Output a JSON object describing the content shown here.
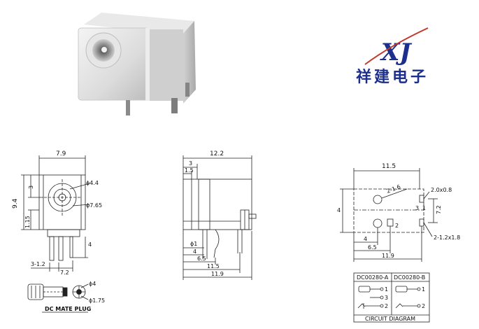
{
  "brand": {
    "logo_letters": "XJ",
    "company_name": "祥建电子",
    "logo_color": "#1c2f8c",
    "accent_color": "#c0392b"
  },
  "front_view": {
    "dim_width": "7.9",
    "dim_height": "9.4",
    "dim_top": "3",
    "dim_hole_small": "ϕ4.4",
    "dim_hole_large": "ϕ7.65",
    "dim_left_low": "1.15",
    "dim_pin": "4",
    "dim_pin_spacing": "3-1.2",
    "dim_pin_gap": "7.2"
  },
  "mate_plug": {
    "label": "DC MATE PLUG",
    "dim_outer": "ϕ4",
    "dim_inner": "ϕ1.75"
  },
  "side_view": {
    "dim_length": "12.2",
    "dim_top_a": "3",
    "dim_top_b": "1.5",
    "dim_pin_dia": "ϕ1",
    "dim_4": "4",
    "dim_65": "6.5",
    "dim_115": "11.5",
    "dim_119": "11.9"
  },
  "bottom_view": {
    "dim_115": "11.5",
    "dim_slot": "2.0x0.8",
    "dim_angle": "2-1.6",
    "dim_3": "3",
    "dim_72": "7.2",
    "dim_4": "4",
    "dim_65": "6.5",
    "dim_119": "11.9",
    "dim_hole": "2-1.2x1.8",
    "pin_1": "1",
    "pin_2": "2"
  },
  "circuit": {
    "model_a": "DC00280-A",
    "model_b": "DC00280-B",
    "title": "CIRCUIT DIAGRAM",
    "pins_a": [
      "1",
      "3",
      "2"
    ],
    "pins_b": [
      "1",
      "2"
    ]
  }
}
